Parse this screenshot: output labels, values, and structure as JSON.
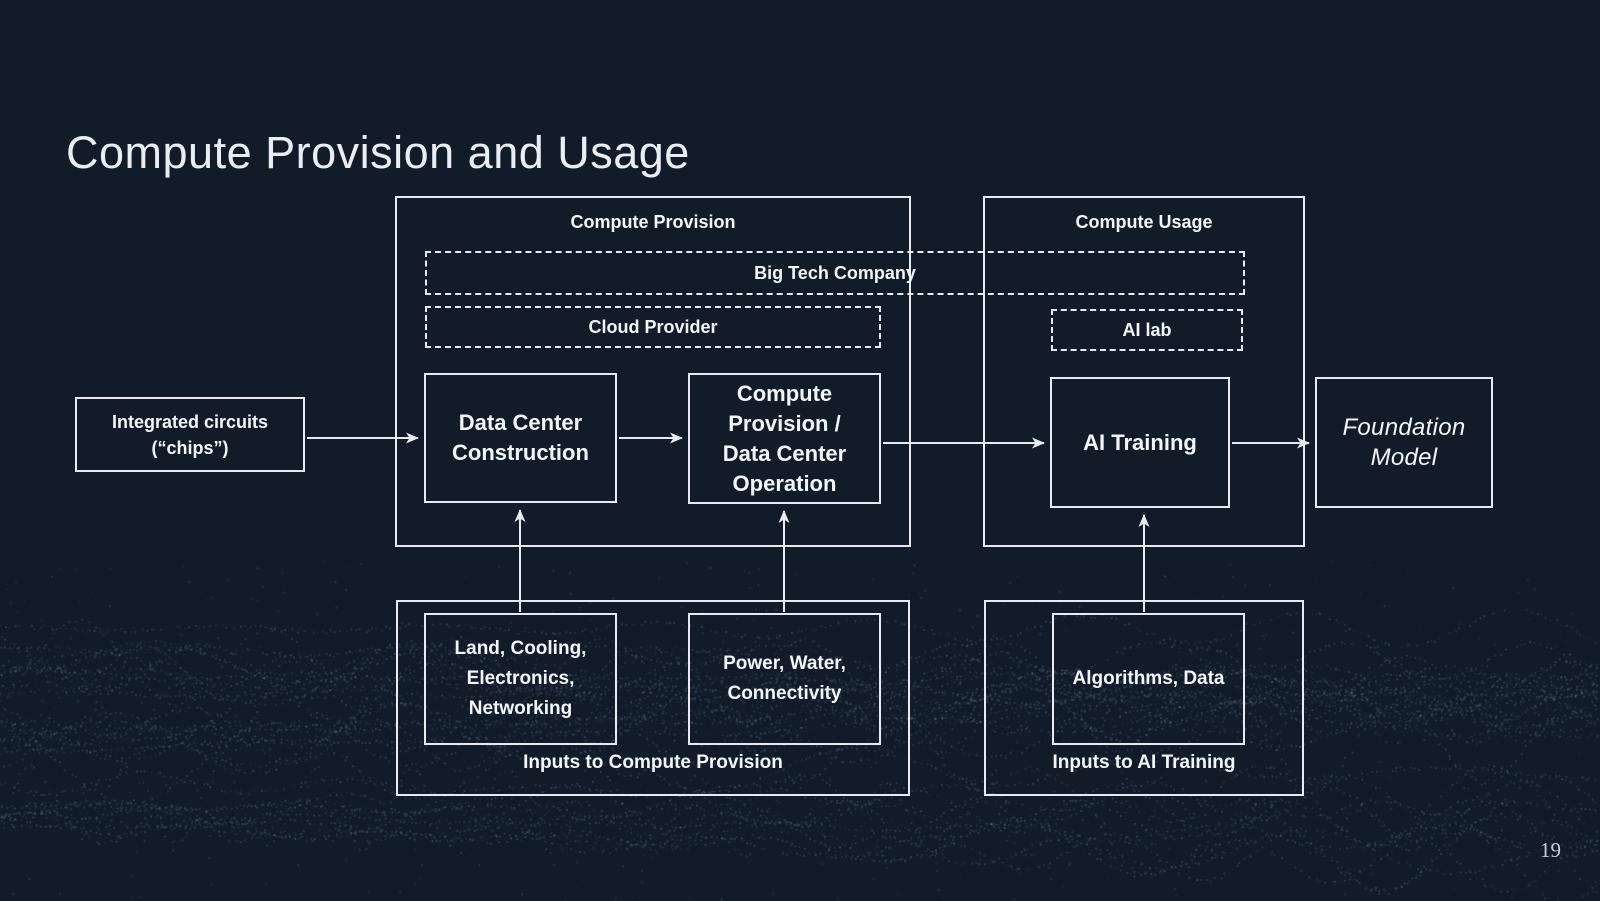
{
  "slide": {
    "title": "Compute Provision and Usage",
    "page_number": "19"
  },
  "colors": {
    "background": "#121c29",
    "border": "#e8ecf2",
    "text": "#f3f6fa",
    "title": "#eaeef4",
    "page_number": "#c9ced8",
    "wave_dot": "#8ea2c0"
  },
  "diagram": {
    "compute_provision": {
      "label": "Compute Provision"
    },
    "compute_usage": {
      "label": "Compute Usage"
    },
    "big_tech_company": {
      "label": "Big Tech Company"
    },
    "cloud_provider": {
      "label": "Cloud Provider"
    },
    "ai_lab": {
      "label": "AI lab"
    },
    "integrated_circuits": {
      "label": "Integrated circuits\n(“chips”)"
    },
    "data_center_construction": {
      "label": "Data Center\nConstruction"
    },
    "compute_provision_operation": {
      "label": "Compute\nProvision /\nData Center\nOperation"
    },
    "ai_training": {
      "label": "AI Training"
    },
    "foundation_model": {
      "label": "Foundation\nModel"
    },
    "inputs_compute_provision": {
      "label": "Inputs to Compute Provision"
    },
    "land_cooling": {
      "label": "Land, Cooling,\nElectronics,\nNetworking"
    },
    "power_water": {
      "label": "Power, Water,\nConnectivity"
    },
    "inputs_ai_training": {
      "label": "Inputs to AI Training"
    },
    "algorithms_data": {
      "label": "Algorithms, Data"
    }
  }
}
